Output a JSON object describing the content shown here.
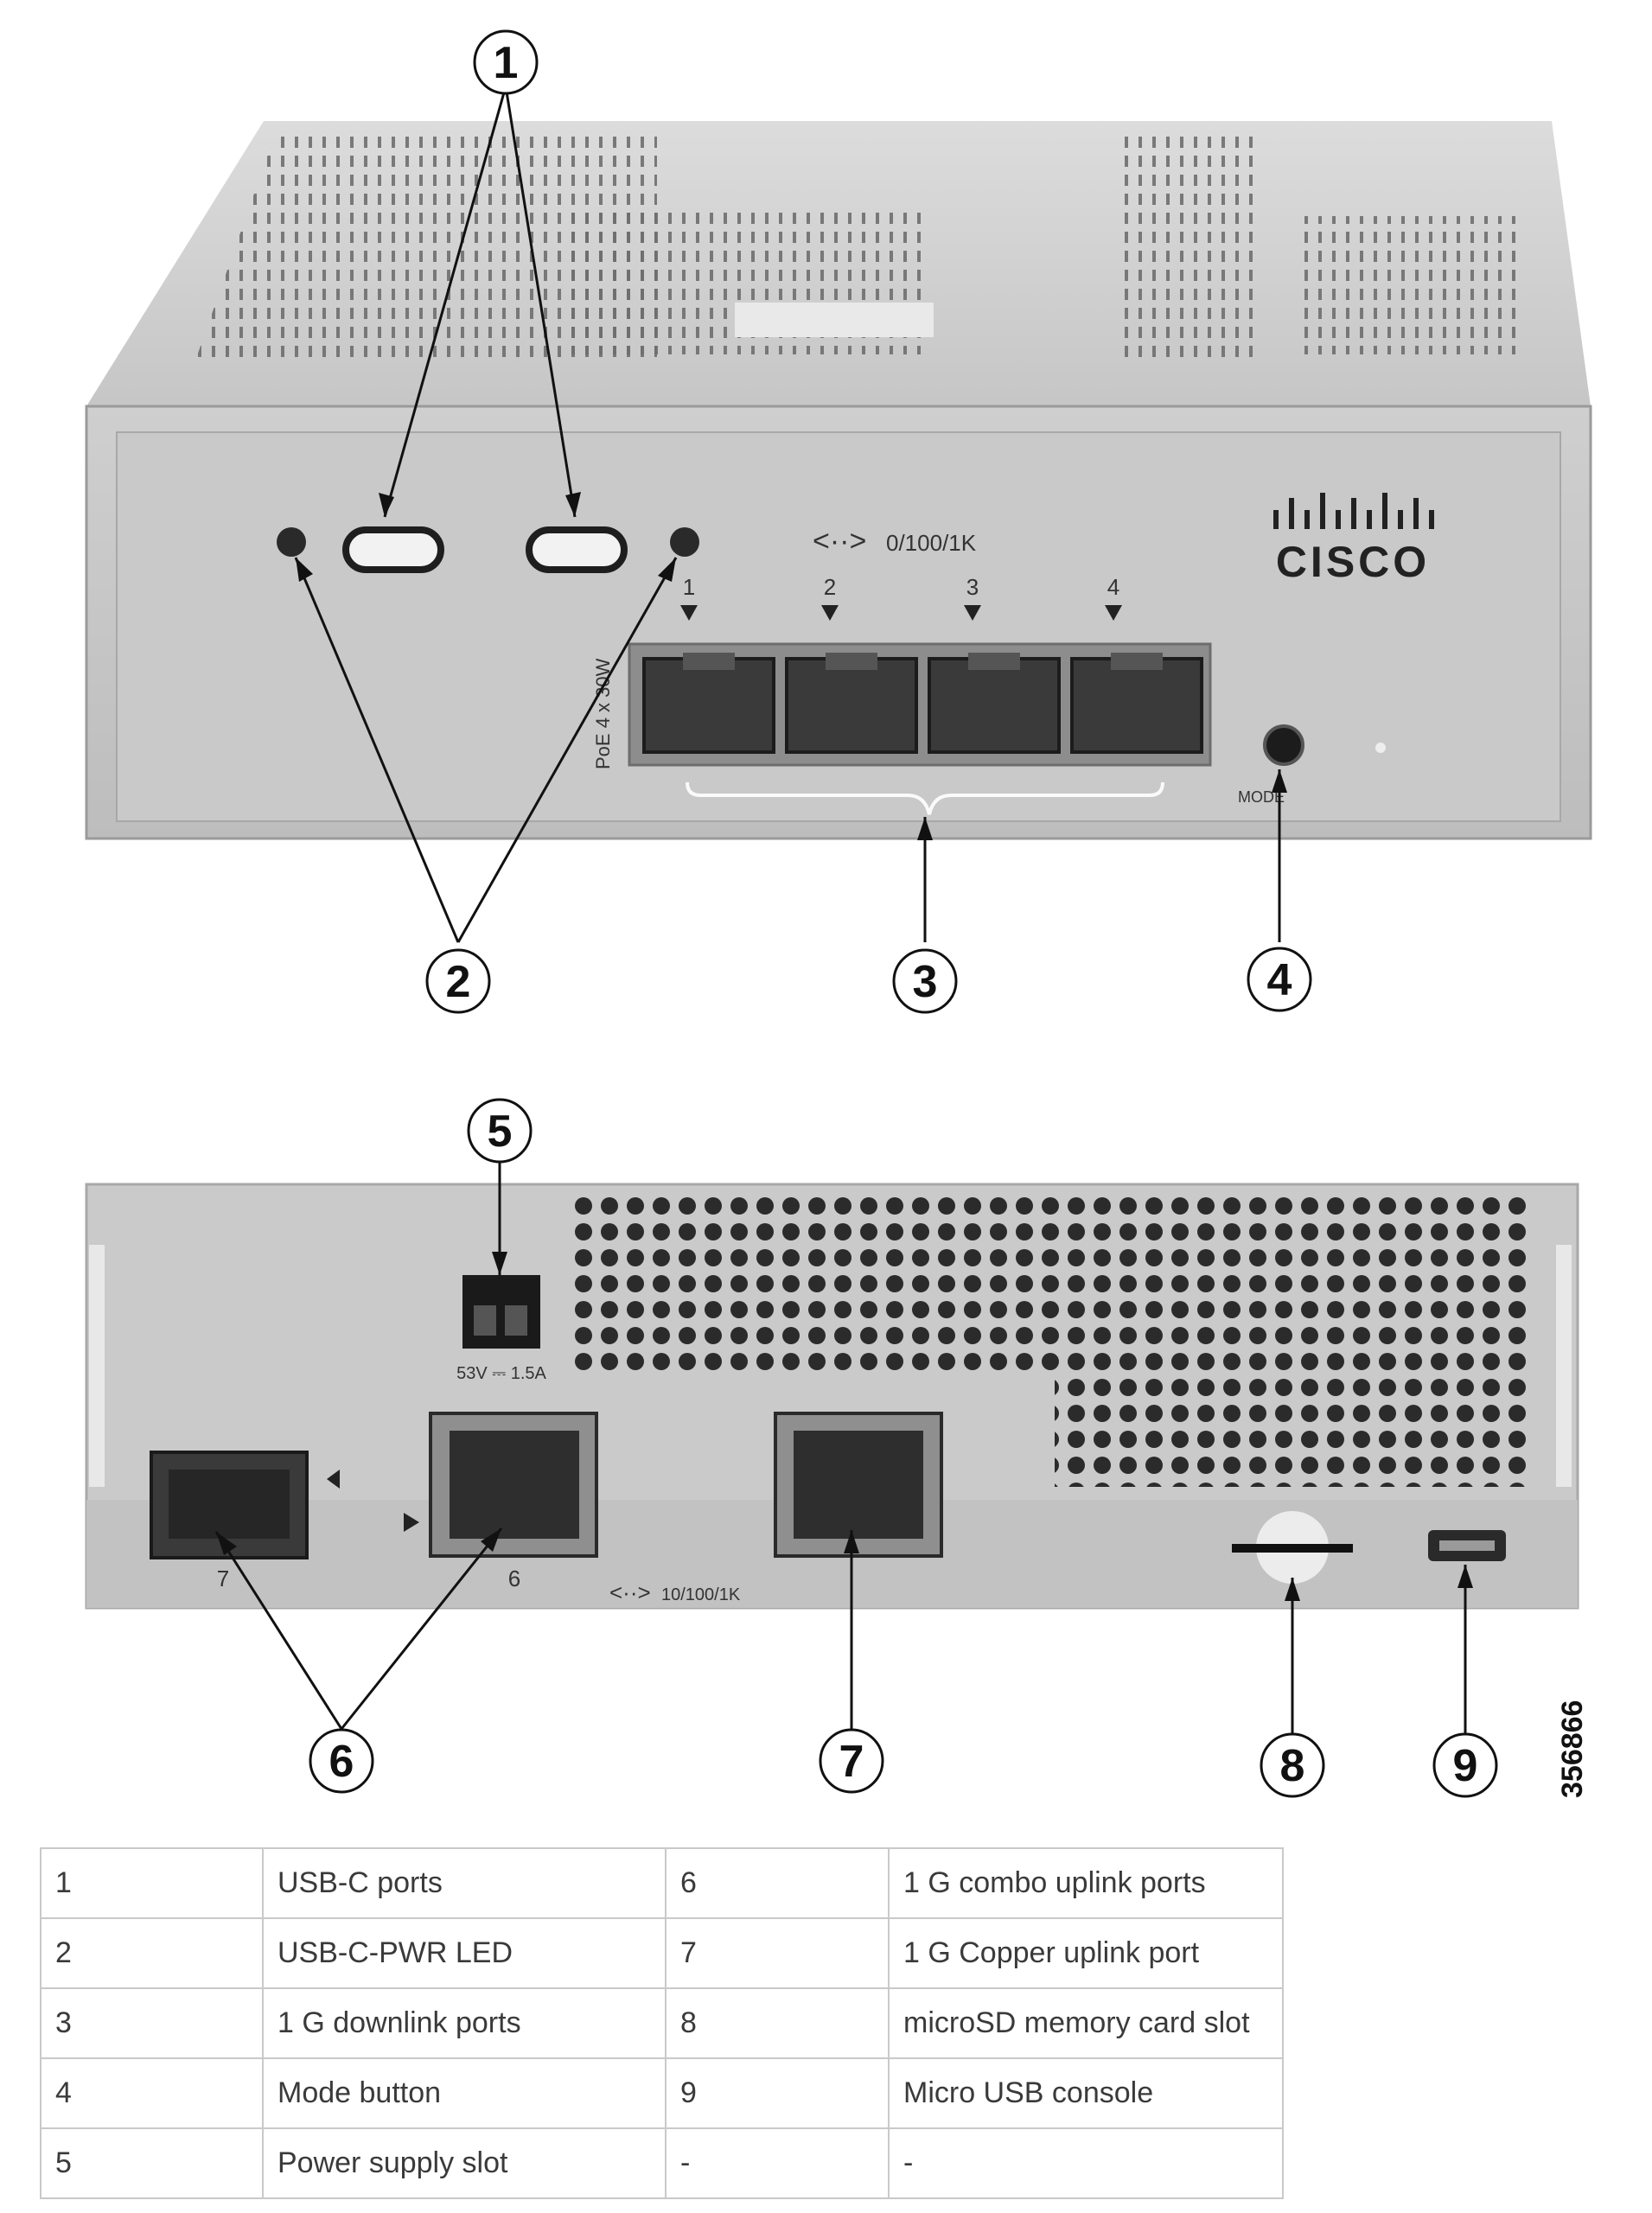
{
  "front_panel": {
    "speed_label": "0/100/1K",
    "port_numbers": [
      "1",
      "2",
      "3",
      "4"
    ],
    "poe_label": "PoE 4 x 30W",
    "mode_label": "MODE",
    "brand": "CISCO"
  },
  "rear_panel": {
    "power_label": "53V ⎓ 1.5A",
    "sfp_port_number": "7",
    "combo_port_number": "6",
    "uplink_speed_label": "10/100/1K"
  },
  "callouts": [
    "1",
    "2",
    "3",
    "4",
    "5",
    "6",
    "7",
    "8",
    "9"
  ],
  "figure_id": "356866",
  "legend": [
    {
      "n1": "1",
      "d1": "USB-C ports",
      "n2": "6",
      "d2": "1 G combo uplink ports"
    },
    {
      "n1": "2",
      "d1": "USB-C-PWR LED",
      "n2": "7",
      "d2": "1 G Copper uplink port"
    },
    {
      "n1": "3",
      "d1": "1 G downlink ports",
      "n2": "8",
      "d2": "microSD memory card slot"
    },
    {
      "n1": "4",
      "d1": "Mode button",
      "n2": "9",
      "d2": "Micro USB console"
    },
    {
      "n1": "5",
      "d1": "Power supply slot",
      "n2": "-",
      "d2": "-"
    }
  ]
}
